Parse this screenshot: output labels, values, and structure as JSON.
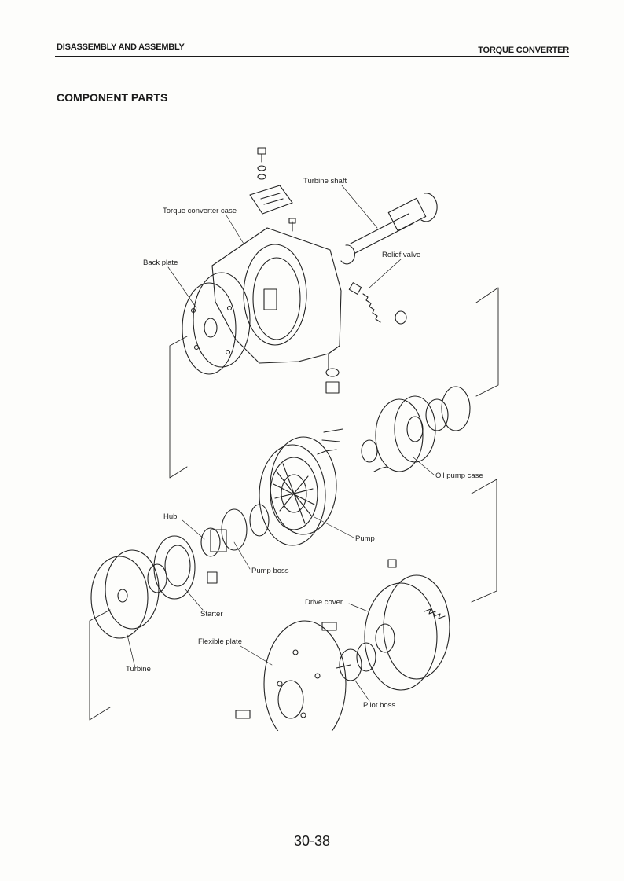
{
  "header": {
    "left": "DISASSEMBLY AND ASSEMBLY",
    "right": "TORQUE CONVERTER"
  },
  "section_title": "COMPONENT PARTS",
  "labels": {
    "turbine_shaft": "Turbine shaft",
    "torque_converter_case": "Torque converter case",
    "back_plate": "Back plate",
    "relief_valve": "Relief valve",
    "oil_pump_case": "Oil pump case",
    "hub": "Hub",
    "pump": "Pump",
    "pump_boss": "Pump boss",
    "starter": "Starter",
    "drive_cover": "Drive cover",
    "flexible_plate": "Flexible plate",
    "turbine": "Turbine",
    "pilot_boss": "Pilot boss"
  },
  "page_number": "30-38"
}
